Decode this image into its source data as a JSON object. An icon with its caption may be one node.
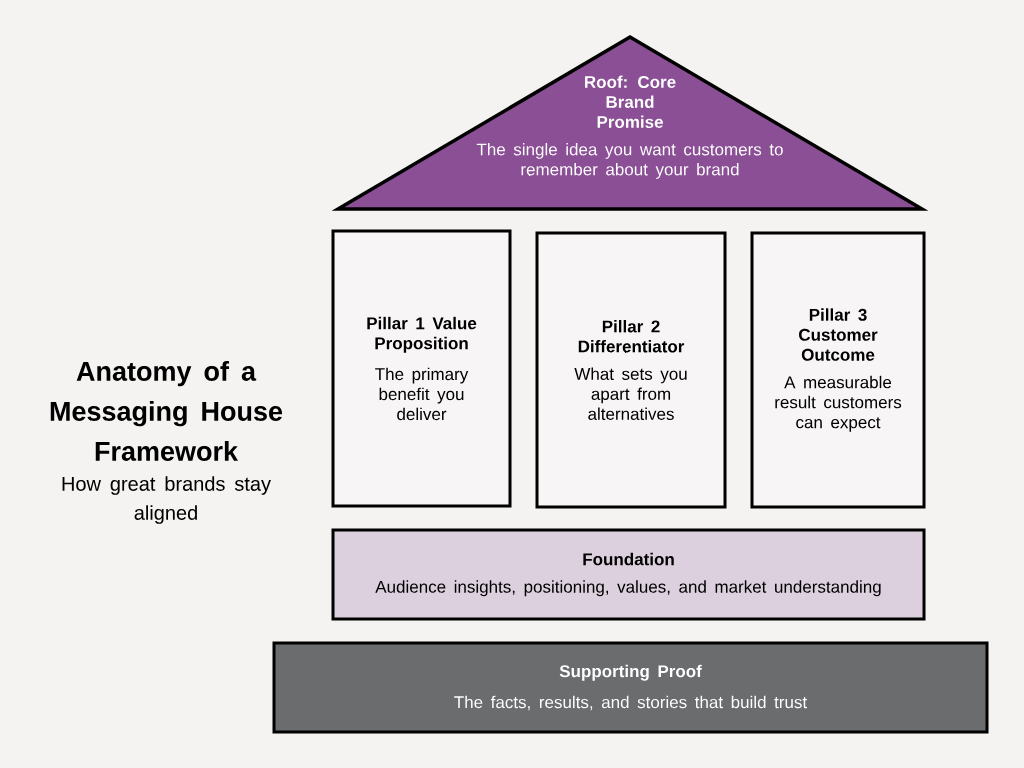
{
  "diagram": {
    "title": "Anatomy of a Messaging House Framework",
    "nodes": [
      {
        "text": [
          "Roof: Core Brand Promise",
          "The single idea you want customers to remember about your brand"
        ]
      },
      {
        "text": [
          "Pillar 1 Value Proposition",
          "The primary benefit you deliver"
        ]
      },
      {
        "text": [
          "Pillar 2 Differentiator",
          "What sets you apart from alternatives"
        ]
      },
      {
        "text": [
          "Pillar 3 Customer Outcome",
          "A measurable result customers can expect"
        ]
      },
      {
        "text": [
          "Foundation",
          "Audience insights, positioning, values, and market understanding"
        ]
      },
      {
        "text": [
          "Supporting Proof",
          "The facts, results, and stories that build trust"
        ]
      }
    ],
    "labels": [
      "How great brands stay aligned"
    ]
  }
}
